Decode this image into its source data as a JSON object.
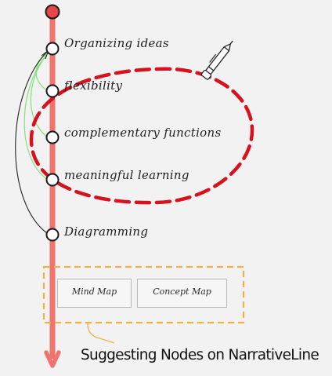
{
  "nodes": [
    {
      "label": "Organizing ideas"
    },
    {
      "label": "flexibility"
    },
    {
      "label": "complementary functions"
    },
    {
      "label": "meaningful learning"
    },
    {
      "label": "Diagramming"
    }
  ],
  "suggestions": [
    {
      "label": "Mind Map"
    },
    {
      "label": "Concept Map"
    }
  ],
  "caption": "Suggesting Nodes on NarrativeLine",
  "colors": {
    "timeline": "#f0746e",
    "timeline_head": "#e8454a",
    "highlight_ellipse": "#d5121e",
    "suggestion_box": "#f0b04a",
    "green_links": "#84e07c",
    "black_link": "#222222",
    "background": "#f2f2f2"
  },
  "icons": [
    "pen-icon",
    "arrow-down-icon"
  ]
}
